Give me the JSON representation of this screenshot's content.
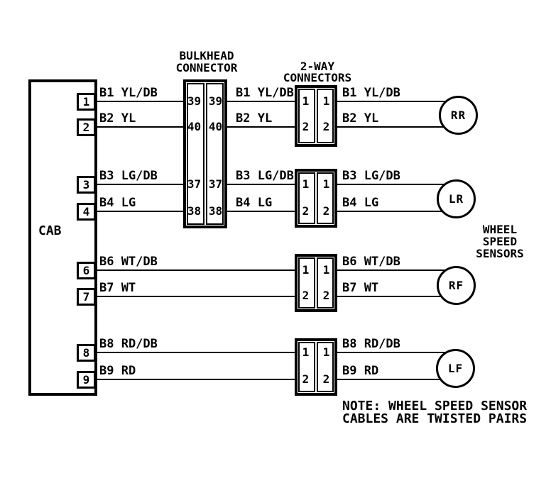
{
  "colors": {
    "ink": "#000000",
    "paper": "#ffffff"
  },
  "cab": {
    "label": "CAB"
  },
  "bulkhead": {
    "title1": "BULKHEAD",
    "title2": "CONNECTOR"
  },
  "twoway": {
    "title1": "2-WAY",
    "title2": "CONNECTORS",
    "pin1": "1",
    "pin2": "2"
  },
  "wheel": {
    "line1": "WHEEL",
    "line2": "SPEED",
    "line3": "SENSORS"
  },
  "note": {
    "line1": "NOTE: WHEEL SPEED SENSOR",
    "line2": "CABLES ARE TWISTED PAIRS"
  },
  "sensors": [
    {
      "name": "RR"
    },
    {
      "name": "LR"
    },
    {
      "name": "RF"
    },
    {
      "name": "LF"
    }
  ],
  "rows": [
    {
      "label": "B1 YL/DB",
      "cab_pin": "1",
      "bulkhead_pin": "39"
    },
    {
      "label": "B2 YL",
      "cab_pin": "2",
      "bulkhead_pin": "40"
    },
    {
      "label": "B3 LG/DB",
      "cab_pin": "3",
      "bulkhead_pin": "37"
    },
    {
      "label": "B4 LG",
      "cab_pin": "4",
      "bulkhead_pin": "38"
    },
    {
      "label": "B6 WT/DB",
      "cab_pin": "6"
    },
    {
      "label": "B7 WT",
      "cab_pin": "7"
    },
    {
      "label": "B8 RD/DB",
      "cab_pin": "8"
    },
    {
      "label": "B9 RD",
      "cab_pin": "9"
    }
  ]
}
